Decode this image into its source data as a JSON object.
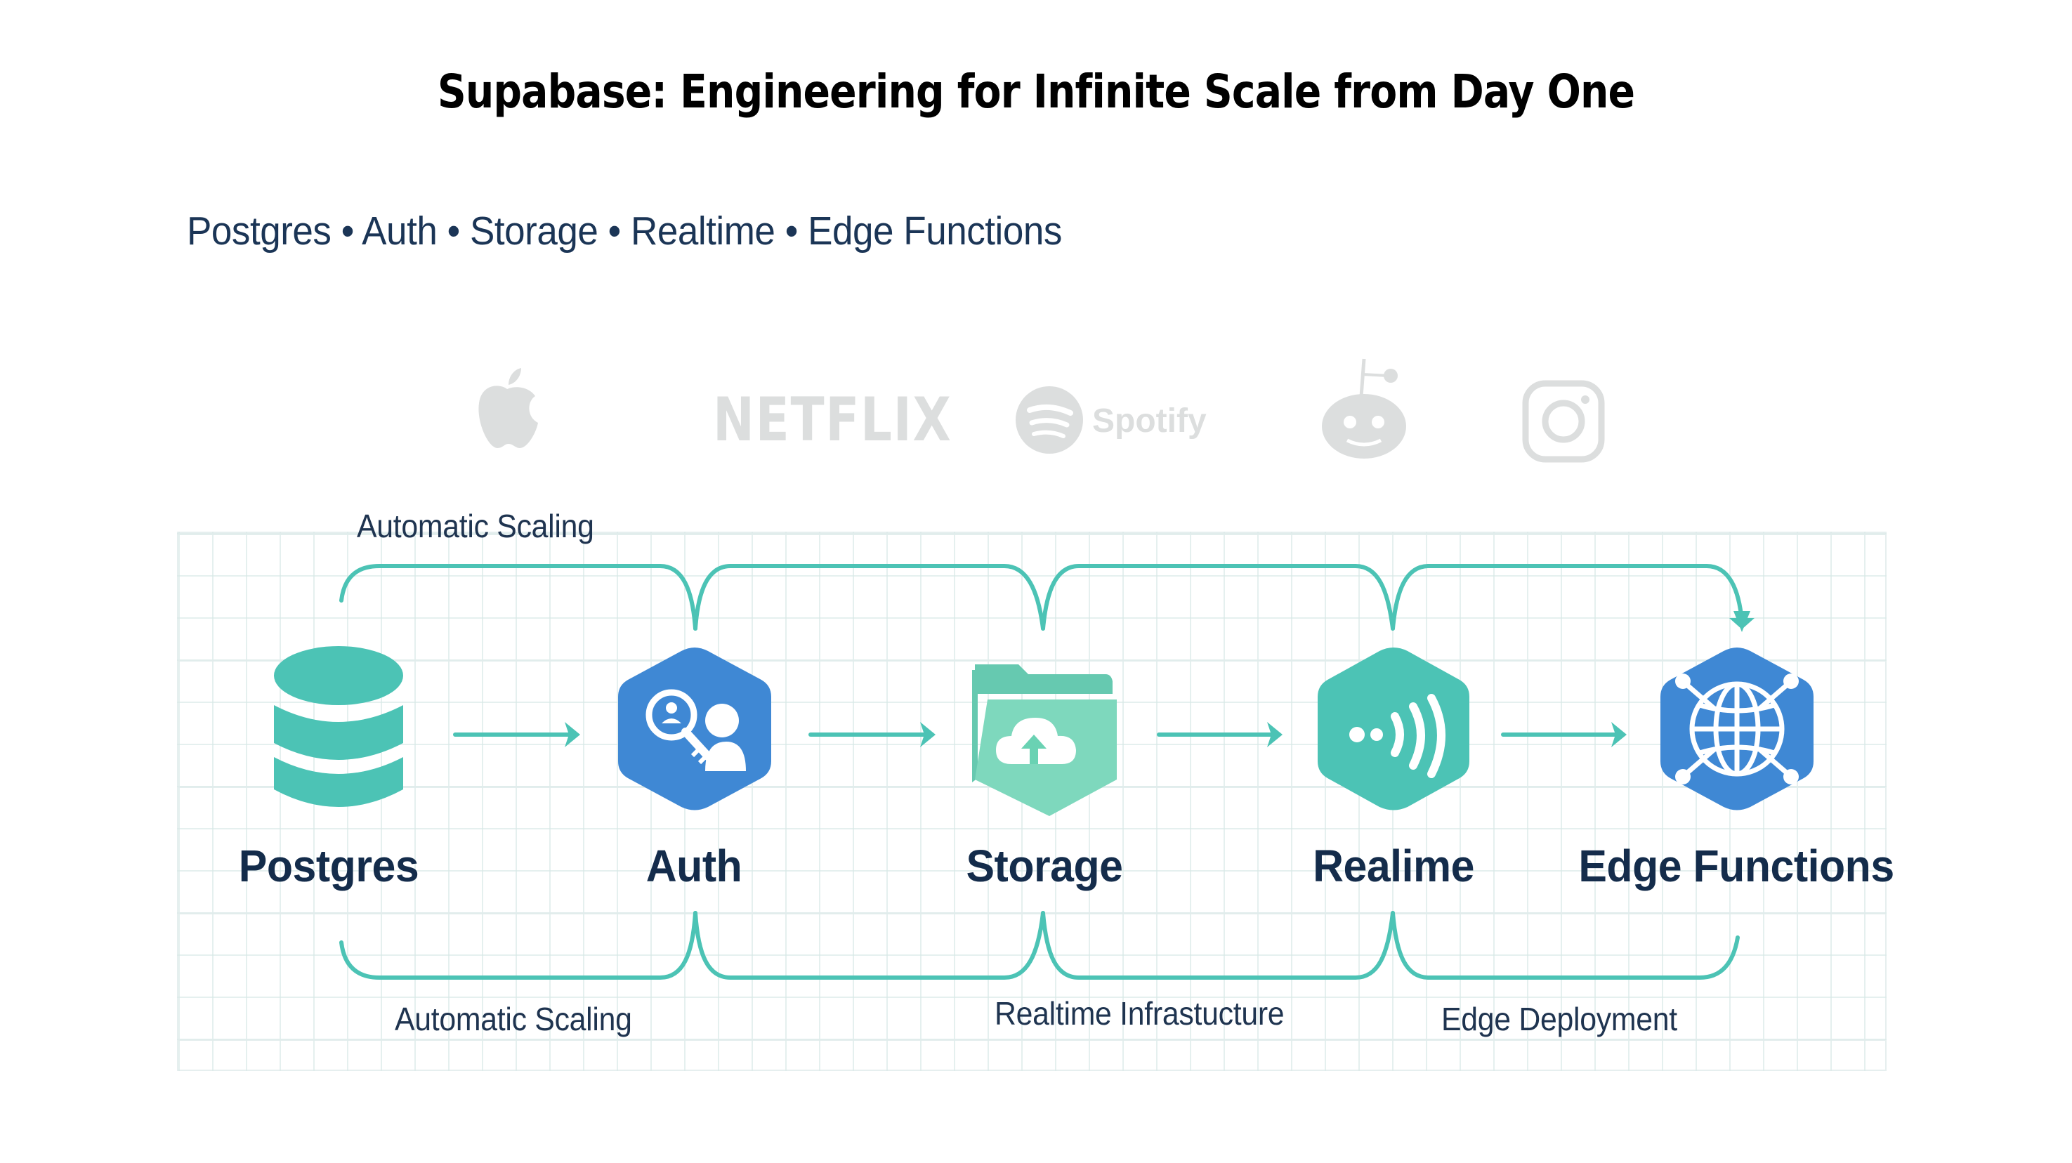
{
  "title": "Supabase: Engineering for Infinite Scale from Day One",
  "subtitle": "Postgres • Auth • Storage • Realtime • Edge Functions",
  "logos": {
    "items": [
      "apple",
      "netflix",
      "spotify",
      "reddit",
      "instagram"
    ],
    "netflix_text": "NETFLIX",
    "spotify_text": "Spotify",
    "color": "#dcdede"
  },
  "colors": {
    "teal": "#4cc3b5",
    "blue": "#3f88d4",
    "storage_green": "#7ed8bd",
    "label_dark": "#142c4b",
    "caption_dark": "#1f3450"
  },
  "nodes": [
    {
      "id": "postgres",
      "label": "Postgres",
      "icon": "database-icon"
    },
    {
      "id": "auth",
      "label": "Auth",
      "icon": "key-user-icon"
    },
    {
      "id": "storage",
      "label": "Storage",
      "icon": "folder-cloud-upload-icon"
    },
    {
      "id": "realtime",
      "label": "Realime",
      "icon": "broadcast-signal-icon"
    },
    {
      "id": "edge",
      "label": "Edge Functions",
      "icon": "globe-network-icon"
    }
  ],
  "captions": {
    "top": "Automatic Scaling",
    "bottom_left": "Automatic Scaling",
    "bottom_middle": "Realtime Infrastucture",
    "bottom_right": "Edge Deployment"
  }
}
